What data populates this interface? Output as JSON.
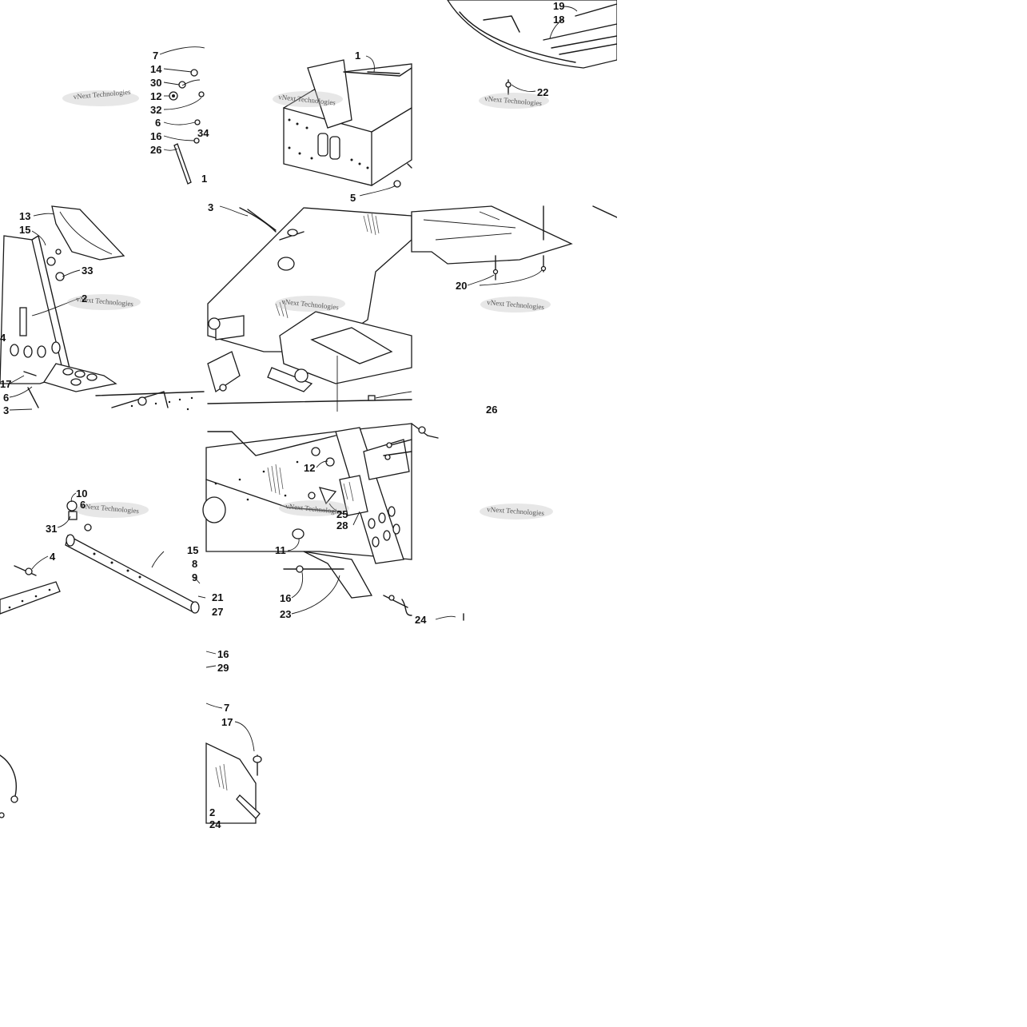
{
  "diagram": {
    "watermark_text": "vNext Technologies",
    "callouts": [
      {
        "id": "c7a",
        "text": "7"
      },
      {
        "id": "c14",
        "text": "14"
      },
      {
        "id": "c30",
        "text": "30"
      },
      {
        "id": "c12a",
        "text": "12"
      },
      {
        "id": "c32",
        "text": "32"
      },
      {
        "id": "c6a",
        "text": "6"
      },
      {
        "id": "c16a",
        "text": "16"
      },
      {
        "id": "c34",
        "text": "34"
      },
      {
        "id": "c26a",
        "text": "26"
      },
      {
        "id": "c1a",
        "text": "1"
      },
      {
        "id": "c1b",
        "text": "1"
      },
      {
        "id": "c5",
        "text": "5"
      },
      {
        "id": "c19",
        "text": "19"
      },
      {
        "id": "c18",
        "text": "18"
      },
      {
        "id": "c22",
        "text": "22"
      },
      {
        "id": "c13",
        "text": "13"
      },
      {
        "id": "c15a",
        "text": "15"
      },
      {
        "id": "c33",
        "text": "33"
      },
      {
        "id": "c2a",
        "text": "2"
      },
      {
        "id": "c4a",
        "text": "4"
      },
      {
        "id": "c17a",
        "text": "17"
      },
      {
        "id": "c6b",
        "text": "6"
      },
      {
        "id": "c3a",
        "text": "3"
      },
      {
        "id": "c3b",
        "text": "3"
      },
      {
        "id": "c20",
        "text": "20"
      },
      {
        "id": "c26b",
        "text": "26"
      },
      {
        "id": "c10",
        "text": "10"
      },
      {
        "id": "c6c",
        "text": "6"
      },
      {
        "id": "c31",
        "text": "31"
      },
      {
        "id": "c4b",
        "text": "4"
      },
      {
        "id": "c15b",
        "text": "15"
      },
      {
        "id": "c8",
        "text": "8"
      },
      {
        "id": "c9",
        "text": "9"
      },
      {
        "id": "c21",
        "text": "21"
      },
      {
        "id": "c27",
        "text": "27"
      },
      {
        "id": "c12b",
        "text": "12"
      },
      {
        "id": "c25",
        "text": "25"
      },
      {
        "id": "c28",
        "text": "28"
      },
      {
        "id": "c11",
        "text": "11"
      },
      {
        "id": "c16b",
        "text": "16"
      },
      {
        "id": "c23",
        "text": "23"
      },
      {
        "id": "c24",
        "text": "24"
      },
      {
        "id": "c16c",
        "text": "16"
      },
      {
        "id": "c29",
        "text": "29"
      },
      {
        "id": "c7b",
        "text": "7"
      },
      {
        "id": "c17b",
        "text": "17"
      },
      {
        "id": "c2b",
        "text": "2"
      },
      {
        "id": "c24b",
        "text": "24"
      }
    ]
  }
}
